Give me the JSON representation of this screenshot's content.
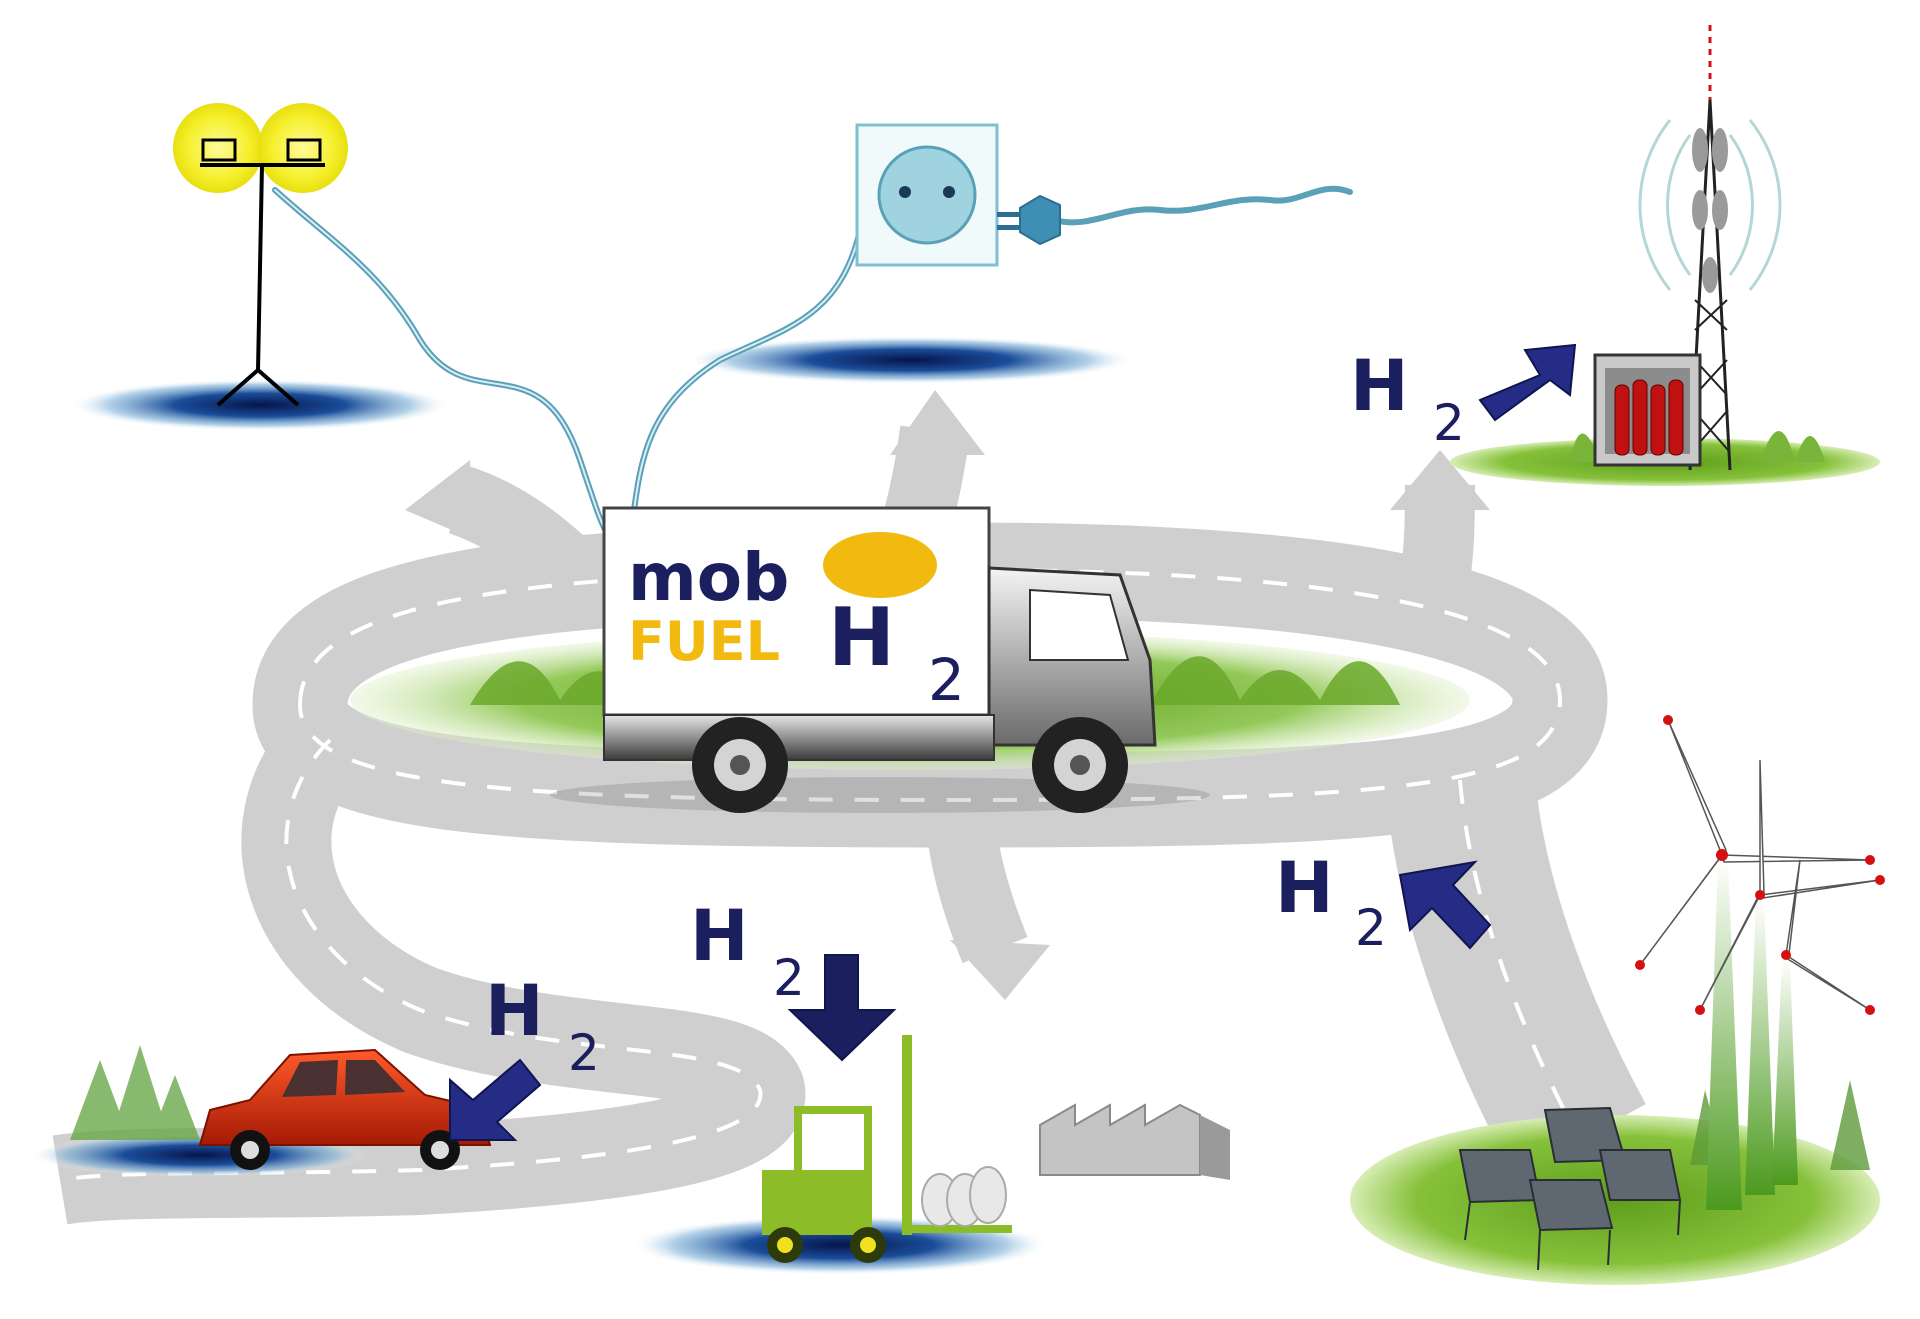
{
  "logo": {
    "word_top": "mob",
    "word_bottom": "FUEL",
    "symbol_letter": "H",
    "symbol_subscript": "2"
  },
  "h2_label": {
    "letter": "H",
    "subscript": "2"
  },
  "colors": {
    "background": "#ffffff",
    "road": "#c8c8c8",
    "road_dash": "#ffffff",
    "navy": "#1b1f5e",
    "arrow_blue": "#242c86",
    "logo_yellow": "#f2b90f",
    "grass": "#7ab82c",
    "car_red": "#d42d0f",
    "forklift_green": "#8cbd28",
    "shadow_blue": "#0b2a6b",
    "lamp_yellow": "#f5ef2a",
    "cable": "#5aa0b8",
    "gas_red": "#c01010"
  },
  "icons": [
    "lamp-icon",
    "socket-icon",
    "plug-icon",
    "antenna-tower-icon",
    "gas-cylinder-cabinet-icon",
    "truck-icon",
    "car-icon",
    "forklift-icon",
    "factory-icon",
    "solar-panel-icon",
    "wind-turbine-icon",
    "arrow-icon"
  ]
}
